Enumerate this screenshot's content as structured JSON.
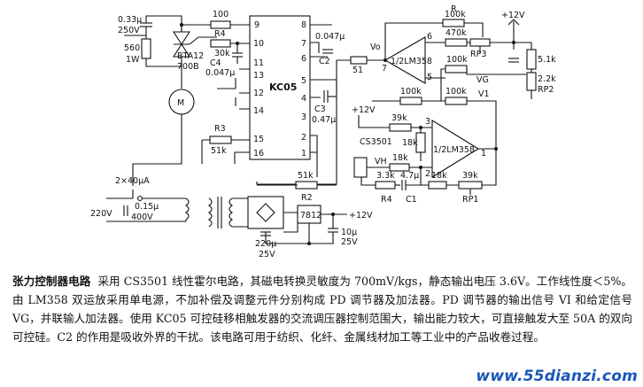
{
  "labels": {
    "c_snub": "0.33μ",
    "c_snub_v": "250V",
    "r_snub": "560",
    "r_snub_w": "1W",
    "r_100": "100",
    "bta": "BTA12",
    "bta2": "700B",
    "r4": "R4",
    "r4v": "30k",
    "c4": "C4",
    "c4v": "0.047μ",
    "motor": "M",
    "r3": "R3",
    "r3v": "51k",
    "kc05": "KC05",
    "p9": "9",
    "p10": "10",
    "p11": "11",
    "p12": "12",
    "p13": "13",
    "p14": "14",
    "p15": "15",
    "p16": "16",
    "p8": "8",
    "p7": "7",
    "p6": "6",
    "p5": "5",
    "p4": "4",
    "p3": "3",
    "p2": "2",
    "p1": "1",
    "c2": "C2",
    "c2v": "0.047μ",
    "c3": "C3",
    "c3v": "0.47μ",
    "vo": "Vo",
    "r51": "51",
    "r_label": "R",
    "r_100k_top": "100k",
    "r_470k": "470k",
    "rp3": "RP3",
    "r_100k_a": "100k",
    "vg": "VG",
    "vcc1": "+12V",
    "r_5k1": "5.1k",
    "r_2k2": "2.2k",
    "rp2": "RP2",
    "lm358_a": "1/2LM358",
    "r_100k_b": "100k",
    "r_100k_c": "100k",
    "v1": "V1",
    "vcc2": "+12V",
    "r_39k": "39k",
    "r_18k": "18k",
    "cs3501": "CS3501",
    "vh": "VH",
    "r_18k_b": "18k",
    "lm358_b": "1/2LM358",
    "r_3k3": "3.3k",
    "c1v": "4.7μ",
    "r_18k_c": "18k",
    "r_39k_b": "39k",
    "r4b": "R4",
    "c1": "C1",
    "rp1": "RP1",
    "r2v": "51k",
    "r2": "R2",
    "c_2x40": "2×40μA",
    "ac": "220V",
    "c_015": "0.15μ",
    "c_015v": "400V",
    "reg": "7812",
    "vcc3": "+12V",
    "c_220": "220μ",
    "c_220v": "25V",
    "c_10": "10μ",
    "c_10v": "25V",
    "n_p1": "1",
    "n_p2": "2",
    "n_p3": "3",
    "n_p5": "5",
    "n_p6": "6",
    "n_p7": "7"
  },
  "caption": {
    "title": "张力控制器电路",
    "body": "采用 CS3501 线性霍尔电路，其磁电转换灵敏度为 700mV/kgs，静态输出电压 3.6V。工作线性度＜5%。由 LM358 双运放采用单电源，不加补偿及调整元件分别构成 PD 调节器及加法器。PD 调节器的输出信号 VI 和给定信号 VG，并联输人加法器。使用 KC05 可控硅移相触发器的交流调压器控制范围大，输出能力较大，可直接触发大至 50A 的双向可控硅。C2 的作用是吸收外界的干扰。该电路可用于纺织、化纤、金属线材加工等工业中的产品收卷过程。"
  },
  "watermark": "www.55dianzi.com"
}
